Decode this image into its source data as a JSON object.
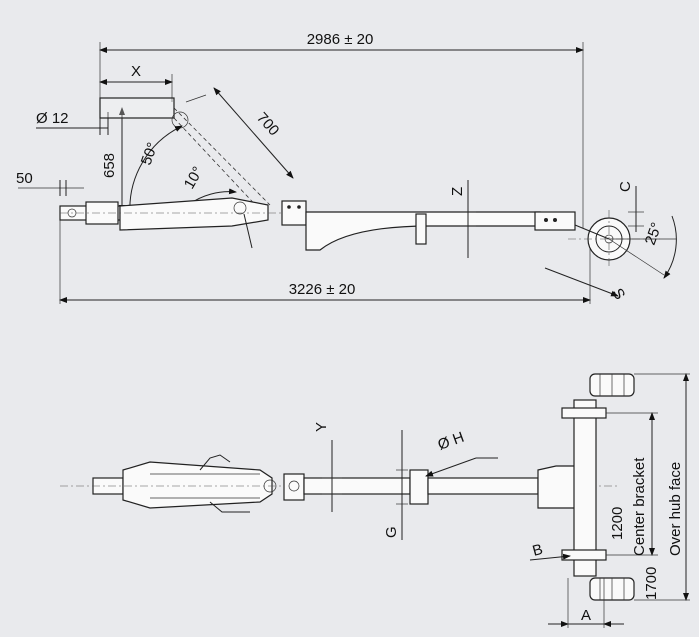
{
  "dimensions": {
    "overall_length_top": "2986 ± 20",
    "overall_length_bottom": "3226  ± 20",
    "x_label": "X",
    "diameter_12": "Ø 12",
    "height_658": "658",
    "len_700": "700",
    "angle_50": "50°",
    "angle_10": "10°",
    "dim_50": "50",
    "z_label": "Z",
    "c_label": "C",
    "angle_25": "25°",
    "s_label": "S",
    "y_label": "Y",
    "diameter_h": "Ø H",
    "g_label": "G",
    "b_label": "B",
    "a_label": "A",
    "center_bracket_value": "1200",
    "center_bracket_label": "Center bracket",
    "over_hub_value": "1700",
    "over_hub_label": "Over hub face"
  },
  "colors": {
    "background": "#e9eaed",
    "line": "#222222"
  }
}
